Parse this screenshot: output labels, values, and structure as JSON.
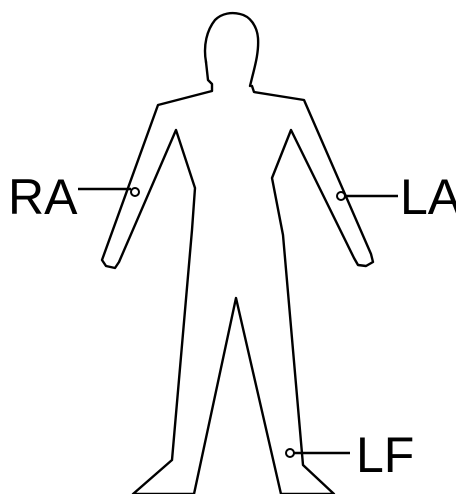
{
  "diagram": {
    "electrodes": [
      {
        "id": "ra",
        "label": "RA"
      },
      {
        "id": "la",
        "label": "LA"
      },
      {
        "id": "lf",
        "label": "LF"
      }
    ],
    "colors": {
      "line": "#000000",
      "background": "#ffffff"
    }
  }
}
